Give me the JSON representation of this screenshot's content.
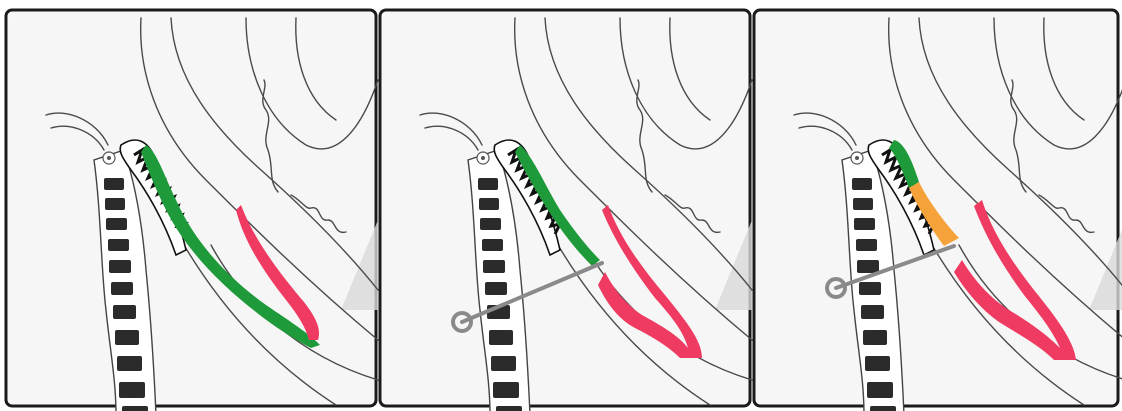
{
  "figure": {
    "panel_count": 3,
    "colors": {
      "green": "#1f9a3a",
      "pink": "#ef3b62",
      "orange": "#f5a23a",
      "lever": "#8a8a8a",
      "outline": "#4a4a4a"
    },
    "panels": [
      {
        "id": "panel-1",
        "green_segment": "full",
        "lever": false,
        "orange_segment": false
      },
      {
        "id": "panel-2",
        "green_segment": "upper",
        "lever": true,
        "orange_segment": false
      },
      {
        "id": "panel-3",
        "green_segment": "short",
        "lever": true,
        "orange_segment": true
      }
    ]
  }
}
